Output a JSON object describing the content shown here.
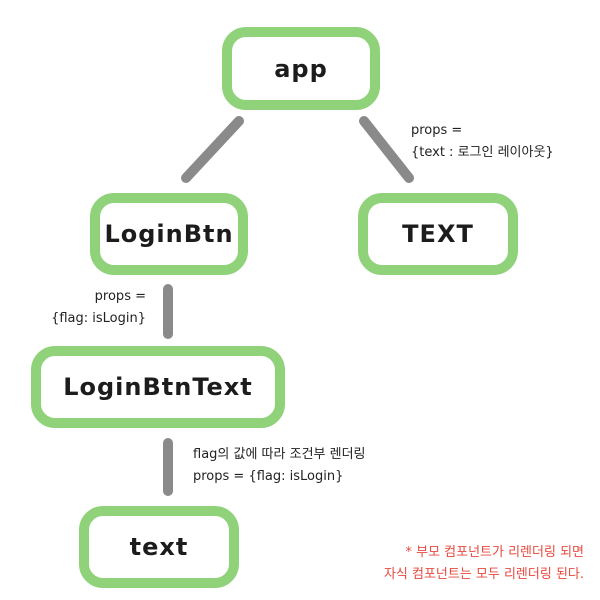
{
  "nodes": {
    "app": "app",
    "loginbtn": "LoginBtn",
    "text_component": "TEXT",
    "loginbtntext": "LoginBtnText",
    "text_leaf": "text"
  },
  "annotations": {
    "text_props": {
      "line1": "props =",
      "line2": "{text : 로그인 레이아웃}"
    },
    "loginbtn_props": {
      "line1": "props =",
      "line2": "{flag: isLogin}"
    },
    "loginbtntext_props": {
      "line1": "flag의 값에 따라 조건부 렌더링",
      "line2": "props = {flag: isLogin}"
    }
  },
  "footnote": {
    "line1": "* 부모 컴포넌트가 리렌더링 되면",
    "line2": "자식 컴포넌트는 모두 리렌더링 된다."
  },
  "colors": {
    "node_border": "#8fd27a",
    "edge": "#8a8a8a",
    "footnote": "#e8493f",
    "node_text": "#1c1c1c"
  },
  "edges": [
    {
      "from": "app",
      "to": "LoginBtn"
    },
    {
      "from": "app",
      "to": "TEXT"
    },
    {
      "from": "LoginBtn",
      "to": "LoginBtnText"
    },
    {
      "from": "LoginBtnText",
      "to": "text"
    }
  ]
}
